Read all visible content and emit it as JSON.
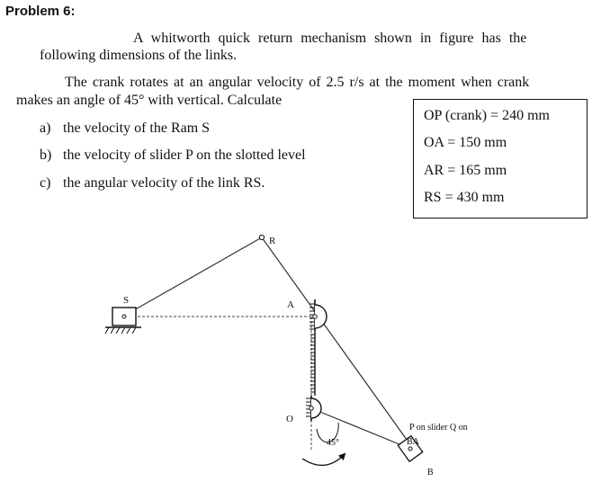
{
  "problem": {
    "heading": "Problem 6:",
    "para1_line1": "A whitworth quick return mechanism shown in figure has the",
    "para1_line2": "following dimensions of the links.",
    "para2_line1": "The crank rotates at an angular velocity of 2.5 r/s at the moment when crank",
    "para2_line2": "makes an angle of 45° with vertical. Calculate"
  },
  "questions": [
    {
      "marker": "a)",
      "text": "the velocity of the Ram S"
    },
    {
      "marker": "b)",
      "text": "the velocity of slider P on the slotted level"
    },
    {
      "marker": "c)",
      "text": "the angular velocity of the link RS."
    }
  ],
  "dimensions": [
    "OP (crank) = 240 mm",
    "OA = 150 mm",
    "AR = 165 mm",
    "RS = 430 mm"
  ],
  "figure": {
    "label_R": "R",
    "label_S": "S",
    "label_A": "A",
    "label_O": "O",
    "label_B": "B",
    "angle_label": "45°",
    "slider_note_line1": "P on slider Q on",
    "slider_note_line2": "BA",
    "crank_angle_deg": 45
  }
}
